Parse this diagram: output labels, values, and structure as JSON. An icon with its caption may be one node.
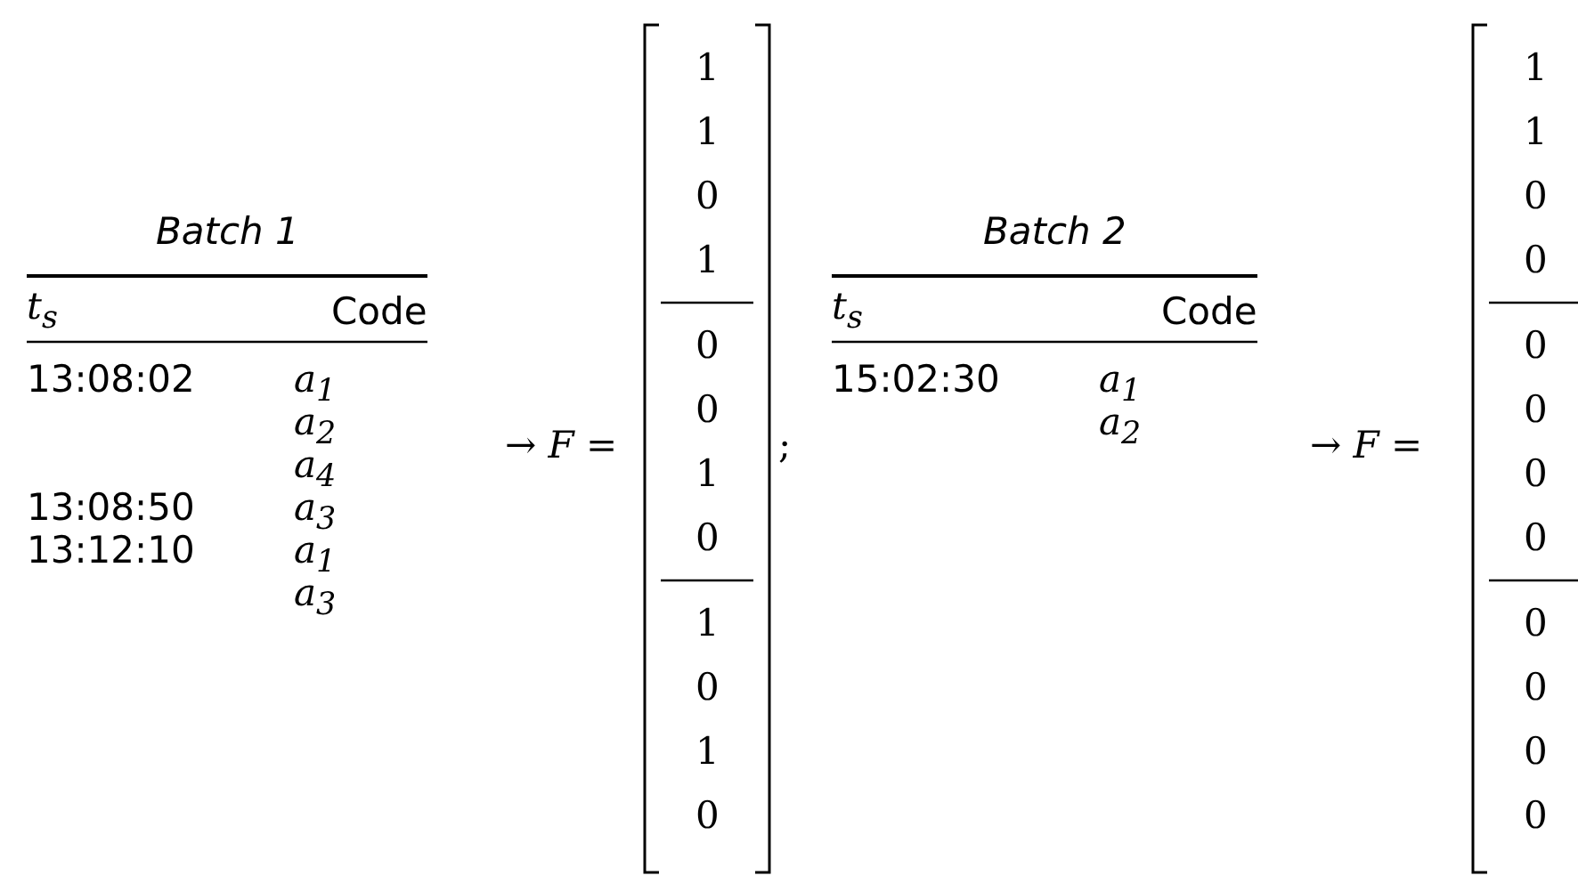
{
  "diagram": {
    "labels": [
      "Batch 1",
      "t$_{s}$",
      "Code",
      "13:08:02",
      "a$_{1}$",
      "a$_{2}$",
      "a$_{4}$",
      "13:08:50",
      "a$_{3}$",
      "13:12:10",
      "a$_{1}$",
      "a$_{3}$",
      "→ F =",
      "1",
      "1",
      "0",
      "1",
      "0",
      "0",
      "1",
      "0",
      "1",
      "0",
      "1",
      "0",
      ";",
      "Batch 2",
      "t$_{s}$",
      "Code",
      "15:02:30",
      "a$_{1}$",
      "a$_{2}$",
      "→ F =",
      "1",
      "1",
      "0",
      "0",
      "0",
      "0",
      "0",
      "0",
      "0",
      "0",
      "0",
      "0"
    ]
  }
}
